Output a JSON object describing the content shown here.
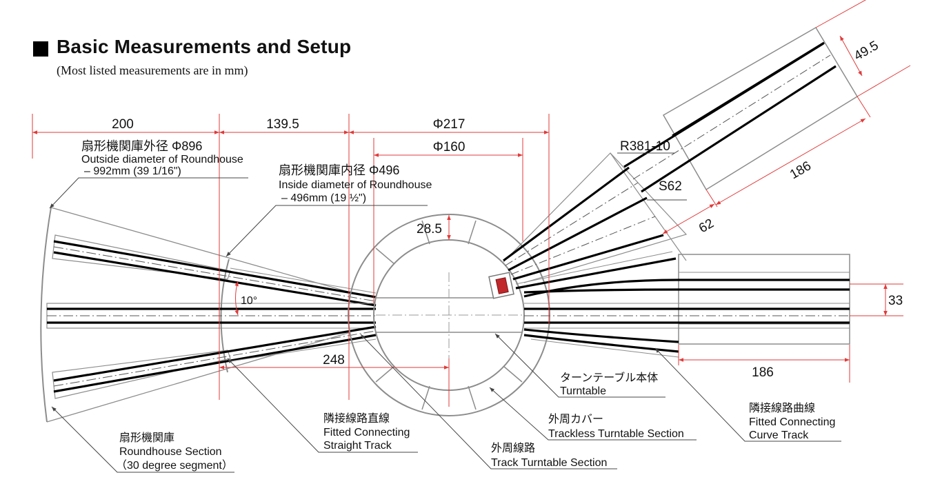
{
  "header": {
    "title": "Basic Measurements and Setup",
    "subtitle": "(Most listed measurements are in mm)"
  },
  "dimensions": {
    "d200": "200",
    "d139_5": "139.5",
    "phi217": "Φ217",
    "phi160": "Φ160",
    "d28_5": "28.5",
    "angle10": "10°",
    "d248": "248",
    "r381": "R381-10",
    "s62": "S62",
    "d62": "62",
    "d186_diag": "186",
    "d49_5": "49.5",
    "d33": "33",
    "d186": "186"
  },
  "labels": {
    "outer": {
      "jp": "扇形機関庫外径 Φ896",
      "en": "Outside diameter of Roundhouse",
      "note": "– 992mm (39 1/16\")"
    },
    "inner": {
      "jp": "扇形機関庫内径 Φ496",
      "en": "Inside diameter of Roundhouse",
      "note": "– 496mm (19 ½\")"
    },
    "roundhouse": {
      "jp": "扇形機関庫",
      "en1": "Roundhouse Section",
      "en2": "（30 degree segment）"
    },
    "straight": {
      "jp": "隣接線路直線",
      "en1": "Fitted Connecting",
      "en2": "Straight Track"
    },
    "track_turntable": {
      "jp": "外周線路",
      "en": "Track Turntable Section"
    },
    "trackless": {
      "jp": "外周カバー",
      "en": "Trackless Turntable Section"
    },
    "turntable": {
      "jp": "ターンテーブル本体",
      "en": "Turntable"
    },
    "curve": {
      "jp": "隣接線路曲線",
      "en1": "Fitted Connecting",
      "en2": "Curve Track"
    }
  },
  "colors": {
    "dimension_line": "#e23a3a",
    "track": "#000000",
    "outline": "#8c8c8c",
    "control_box": "#c0282b"
  }
}
